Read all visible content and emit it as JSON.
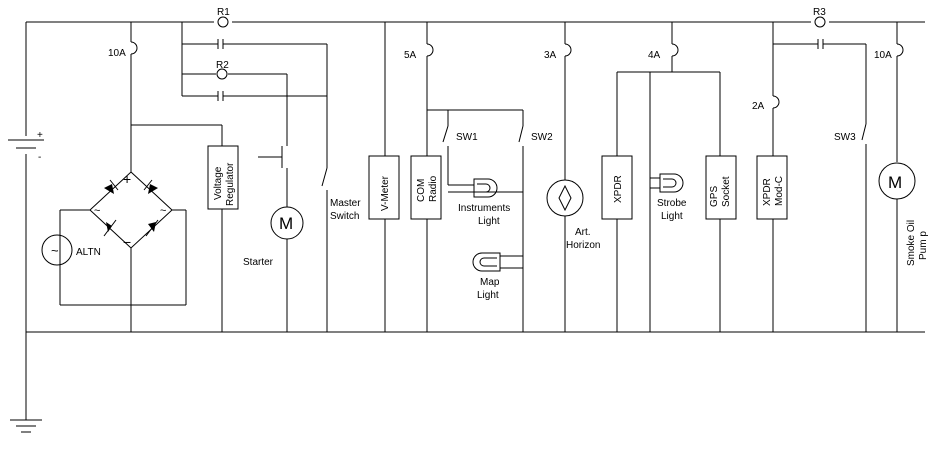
{
  "battery": {
    "plus": "+",
    "minus": "-"
  },
  "fuses": {
    "f_10a_left": "10A",
    "f_5a": "5A",
    "f_3a": "3A",
    "f_4a": "4A",
    "f_2a": "2A",
    "f_10a_right": "10A"
  },
  "resistors": {
    "r1": "R1",
    "r2": "R2",
    "r3": "R3"
  },
  "alternator": {
    "label": "ALTN",
    "symbol": "~"
  },
  "bridge": {
    "plus": "+",
    "minus": "−",
    "ac": "~"
  },
  "voltage_regulator": {
    "line1": "Voltage",
    "line2": "Regulator"
  },
  "starter": {
    "label": "Starter",
    "motor_symbol": "M"
  },
  "master_switch": {
    "line1": "Master",
    "line2": "Switch"
  },
  "v_meter": {
    "label": "V-Meter"
  },
  "com_radio": {
    "line1": "COM",
    "line2": "Radio"
  },
  "switches": {
    "sw1": "SW1",
    "sw2": "SW2",
    "sw3": "SW3"
  },
  "instruments_light": {
    "line1": "Instruments",
    "line2": "Light"
  },
  "map_light": {
    "line1": "Map",
    "line2": "Light"
  },
  "art_horizon": {
    "line1": "Art.",
    "line2": "Horizon"
  },
  "xpdr": {
    "label": "XPDR"
  },
  "strobe_light": {
    "line1": "Strobe",
    "line2": "Light"
  },
  "gps_socket": {
    "line1": "GPS",
    "line2": "Socket"
  },
  "xpdr_modc": {
    "line1": "XPDR",
    "line2": "Mod-C"
  },
  "smoke_oil_pump": {
    "line1": "Smoke Oil",
    "line2": "Pum p",
    "motor_symbol": "M"
  }
}
